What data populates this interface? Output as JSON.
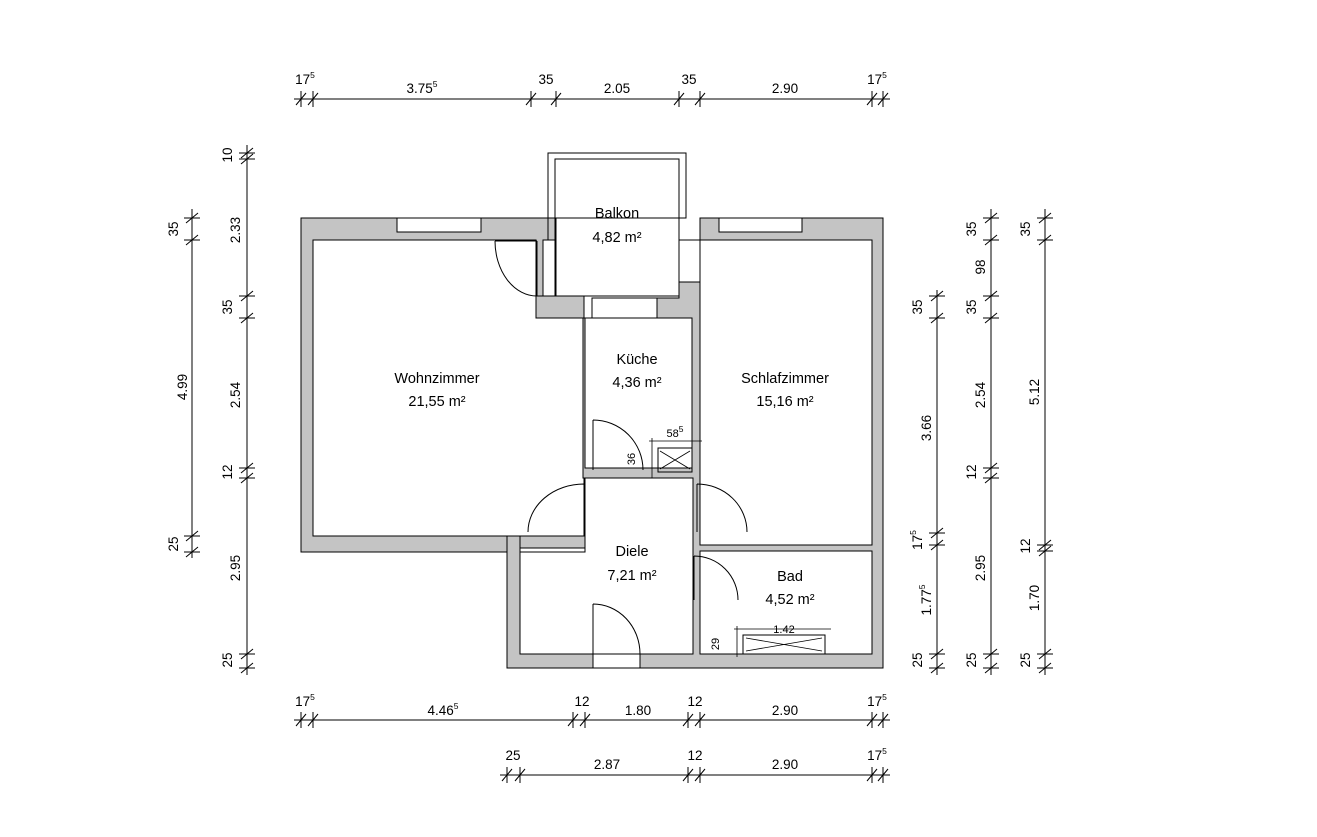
{
  "rooms": {
    "balkon": {
      "name": "Balkon",
      "area": "4,82 m²"
    },
    "kueche": {
      "name": "Küche",
      "area": "4,36 m²"
    },
    "wohnzimmer": {
      "name": "Wohnzimmer",
      "area": "21,55 m²"
    },
    "schlafzimmer": {
      "name": "Schlafzimmer",
      "area": "15,16 m²"
    },
    "diele": {
      "name": "Diele",
      "area": "7,21 m²"
    },
    "bad": {
      "name": "Bad",
      "area": "4,52 m²"
    }
  },
  "dims": {
    "top": {
      "d1": {
        "main": "17",
        "sup": "5"
      },
      "d2": {
        "main": "3.75",
        "sup": "5"
      },
      "d3": "35",
      "d4": "2.05",
      "d5": "35",
      "d6": "2.90",
      "d7": {
        "main": "17",
        "sup": "5"
      }
    },
    "bottom1": {
      "d1": {
        "main": "17",
        "sup": "5"
      },
      "d2": {
        "main": "4.46",
        "sup": "5"
      },
      "d3": "12",
      "d4": "1.80",
      "d5": "12",
      "d6": "2.90",
      "d7": {
        "main": "17",
        "sup": "5"
      }
    },
    "bottom2": {
      "d1": "25",
      "d2": "2.87",
      "d3": "12",
      "d4": "2.90",
      "d5": {
        "main": "17",
        "sup": "5"
      }
    },
    "left_outer": {
      "d1": "35",
      "d2": "4.99",
      "d3": "25"
    },
    "left_inner": {
      "d1": "10",
      "d2": "2.33",
      "d3": "35",
      "d4": "2.54",
      "d5": "12",
      "d6": "2.95",
      "d7": "25"
    },
    "right1": {
      "d1": "35",
      "d2": "3.66",
      "d3": {
        "main": "17",
        "sup": "5"
      },
      "d4": {
        "main": "1.77",
        "sup": "5"
      },
      "d5": "25"
    },
    "right2": {
      "d1": "35",
      "d2": "98",
      "d3": "35",
      "d4": "2.54",
      "d5": "12",
      "d6": "2.95",
      "d7": "25"
    },
    "right3": {
      "d1": "35",
      "d2": "5.12",
      "d3": "12",
      "d4": "1.70",
      "d5": "25"
    },
    "inner": {
      "shaft_w": {
        "main": "58",
        "sup": "5"
      },
      "shaft_h": "36",
      "bad_w": "1.42",
      "bad_h": "29"
    }
  }
}
